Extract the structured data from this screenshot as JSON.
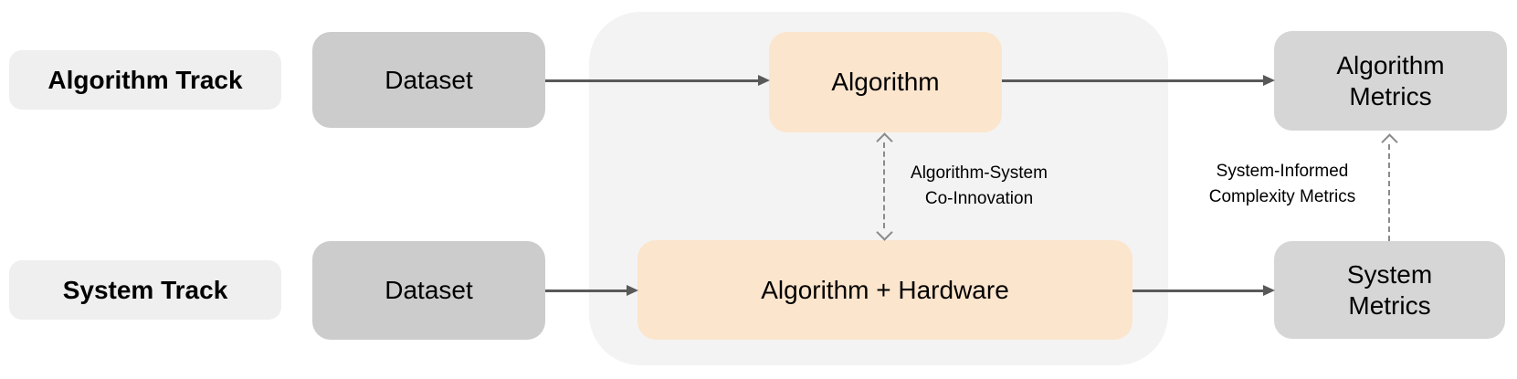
{
  "tracks": [
    {
      "label": "Algorithm Track"
    },
    {
      "label": "System Track"
    }
  ],
  "nodes": {
    "dataset_top": "Dataset",
    "dataset_bottom": "Dataset",
    "algorithm": "Algorithm",
    "algorithm_hardware": "Algorithm + Hardware",
    "algorithm_metrics": "Algorithm Metrics",
    "system_metrics": "System Metrics"
  },
  "annotations": {
    "co_innovation_line1": "Algorithm-System",
    "co_innovation_line2": "Co-Innovation",
    "complexity_line1": "System-Informed",
    "complexity_line2": "Complexity Metrics"
  },
  "colors": {
    "dataset_gray": "#cccccc",
    "metrics_gray": "#d6d6d6",
    "peach": "#fce5cd",
    "track_label_bg": "#efefef",
    "container_bg": "#f3f3f3",
    "solid_arrow": "#595959",
    "dashed_arrow": "#8a8a8a",
    "text": "#000000"
  }
}
